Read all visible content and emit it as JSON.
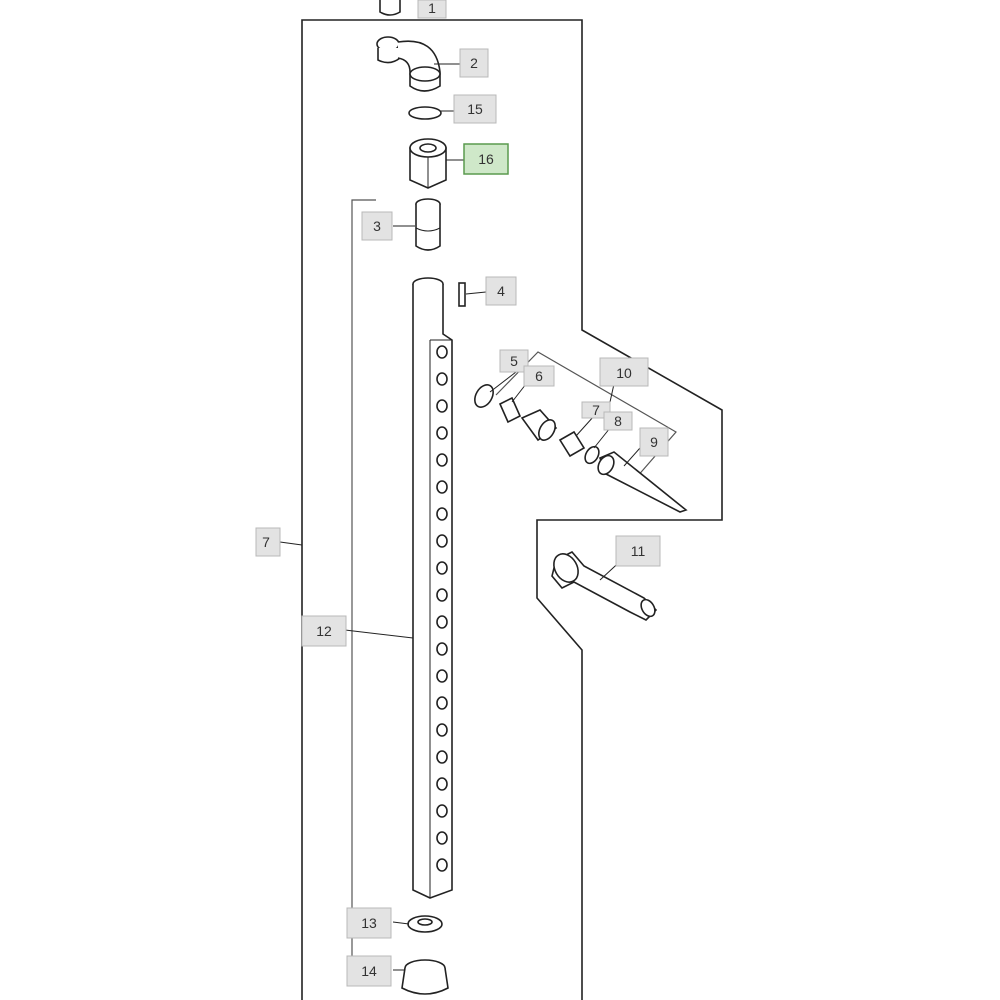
{
  "callouts": {
    "c1": "1",
    "c2": "2",
    "c3": "3",
    "c4": "4",
    "c5": "5",
    "c6": "6",
    "c7a": "7",
    "c7b": "7",
    "c8": "8",
    "c9": "9",
    "c10": "10",
    "c11": "11",
    "c12": "12",
    "c13": "13",
    "c14": "14",
    "c15": "15",
    "c16": "16"
  },
  "selected_callout": "16",
  "colors": {
    "callout_fill": "#e3e3e3",
    "selected_fill": "#cfe8c9",
    "selected_stroke": "#5a9a4e",
    "line": "#222222"
  }
}
